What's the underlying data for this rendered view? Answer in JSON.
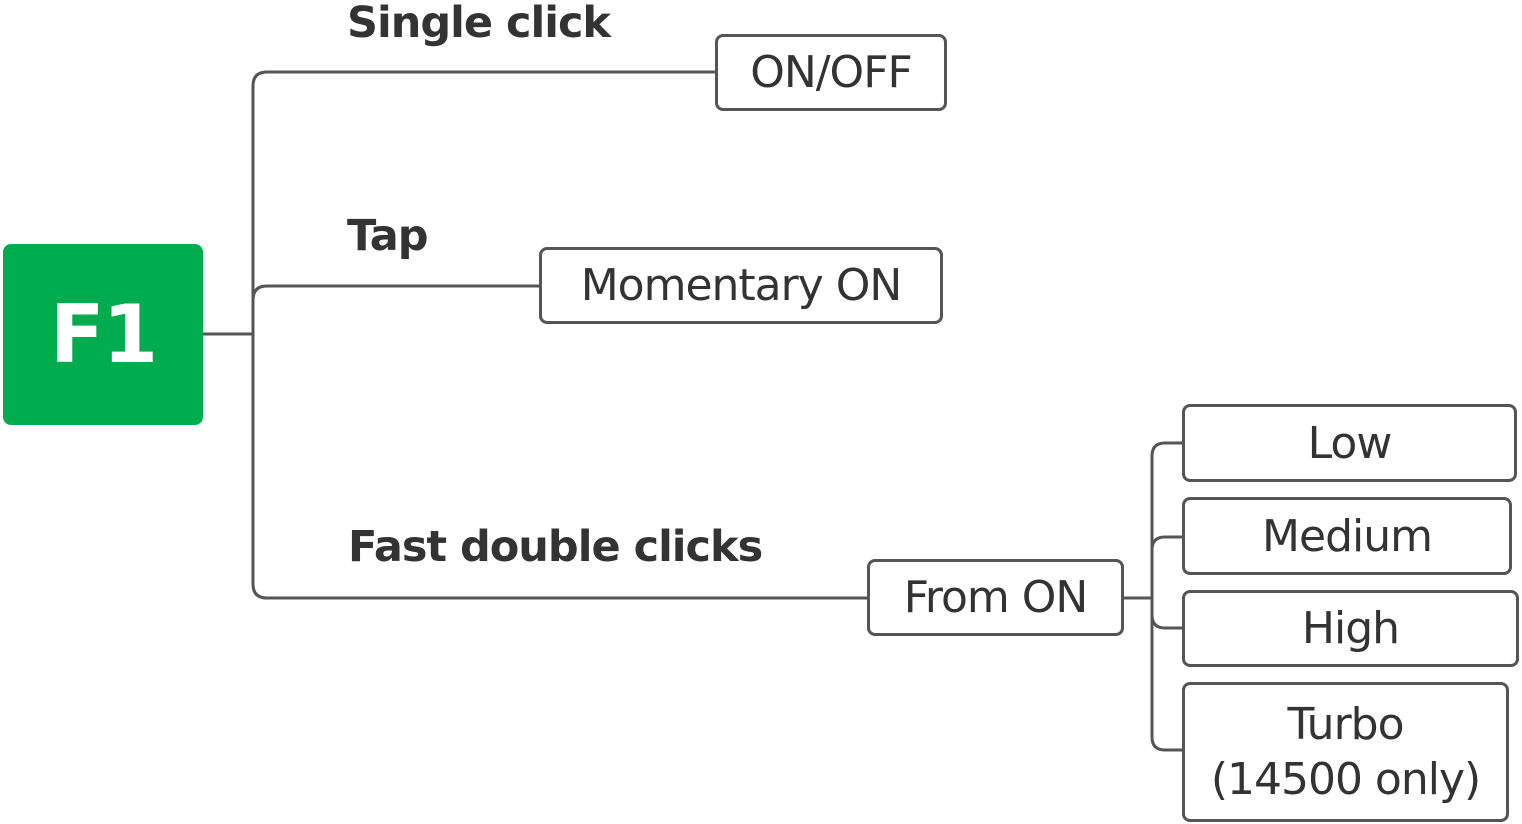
{
  "root": {
    "label": "F1",
    "color": "#00AC4E"
  },
  "branches": [
    {
      "label": "Single click",
      "node": "ON/OFF"
    },
    {
      "label": "Tap",
      "node": "Momentary ON"
    },
    {
      "label": "Fast double clicks",
      "node": "From ON",
      "children": [
        {
          "line1": "Low"
        },
        {
          "line1": "Medium"
        },
        {
          "line1": "High"
        },
        {
          "line1": "Turbo",
          "line2": "(14500 only)"
        }
      ]
    }
  ],
  "line_color": "#555555",
  "text_color": "#333333"
}
